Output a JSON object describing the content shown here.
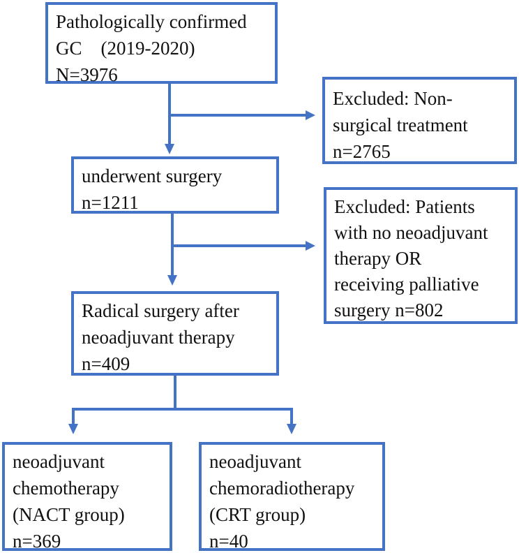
{
  "diagram": {
    "accent_color": "#4472C4",
    "text_color": "#111111",
    "background_color": "#ffffff",
    "nodes": {
      "confirmed": {
        "text": "Pathologically confirmed\nGC    (2019-2020)\nN=3976"
      },
      "excluded_nonsurgical": {
        "text": "Excluded: Non-\nsurgical treatment\nn=2765"
      },
      "underwent_surgery": {
        "text": "underwent surgery\nn=1211"
      },
      "excluded_no_neoadjuvant": {
        "text": "Excluded: Patients\nwith no neoadjuvant\ntherapy OR\nreceiving palliative\nsurgery n=802"
      },
      "radical_surgery": {
        "text": "Radical surgery after\nneoadjuvant therapy\nn=409"
      },
      "nact": {
        "text": "neoadjuvant\nchemotherapy\n(NACT group)\nn=369"
      },
      "crt": {
        "text": "neoadjuvant\nchemoradiotherapy\n(CRT group)\nn=40"
      }
    },
    "edges": [
      {
        "from": "confirmed",
        "to": "underwent_surgery"
      },
      {
        "from": "confirmed",
        "to": "excluded_nonsurgical"
      },
      {
        "from": "underwent_surgery",
        "to": "radical_surgery"
      },
      {
        "from": "underwent_surgery",
        "to": "excluded_no_neoadjuvant"
      },
      {
        "from": "radical_surgery",
        "to": "nact"
      },
      {
        "from": "radical_surgery",
        "to": "crt"
      }
    ]
  }
}
